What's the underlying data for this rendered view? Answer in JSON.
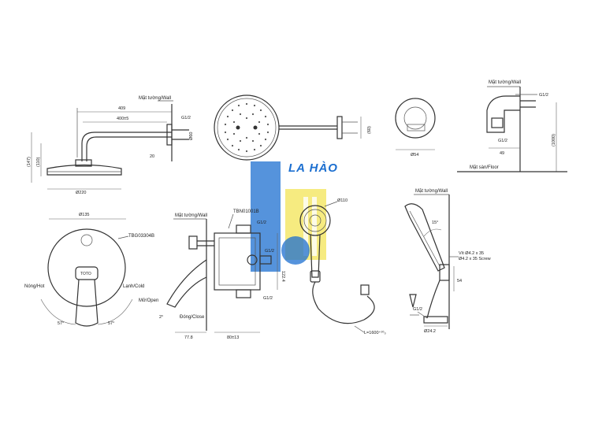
{
  "shower_head": {
    "wall_label": "Mặt tường/Wall",
    "dim_409": "409",
    "dim_400": "400±5",
    "dim_g12": "G1/2",
    "dim_20": "20",
    "dim_60": "Ø60",
    "dim_147": "(147)",
    "dim_110": "(110)",
    "dim_220": "Ø220"
  },
  "front_view": {
    "dim_60b": "(60)"
  },
  "wall_flange": {
    "dim_54": "Ø54",
    "wall_label": "Mặt tường/Wall",
    "g12_top": "G1/2",
    "g12_mid": "G1/2",
    "dim_49": "49",
    "dim_1000": "(1000)",
    "floor_label": "Mặt sàn/Floor"
  },
  "mixer": {
    "dim_135": "Ø135",
    "model_trim": "TBG03304B",
    "hot_label": "Nóng/Hot",
    "cold_label": "Lạnh/Cold",
    "angle_left": "57°",
    "angle_right": "57°"
  },
  "valve_body": {
    "wall_label": "Mặt tường/Wall",
    "model_valve": "TBN01001B",
    "g12_a": "G1/2",
    "g12_b": "G1/2",
    "g12_c": "G1/2",
    "dim_1224": "122.4",
    "open_label": "Mở/Open",
    "close_label": "Đóng/Close",
    "angle_2": "2°",
    "dim_778": "77.8",
    "dim_80": "80±13"
  },
  "hand_shower": {
    "dim_110": "Ø110",
    "hose_len": "L=1600⁺¹⁰₀",
    "wall_label": "Mặt tường/Wall",
    "angle_15": "15°",
    "screw_label_1": "Vít Ø4.2 x 35",
    "screw_label_2": "Ø4.2 x 35 Screw",
    "dim_54": "54",
    "dim_g12": "G1/2",
    "dim_242": "Ø24.2"
  },
  "watermark": {
    "brand": "LA HÀO",
    "colors": {
      "blue": "#1c6fd0",
      "yellow": "#f2e24a"
    }
  }
}
